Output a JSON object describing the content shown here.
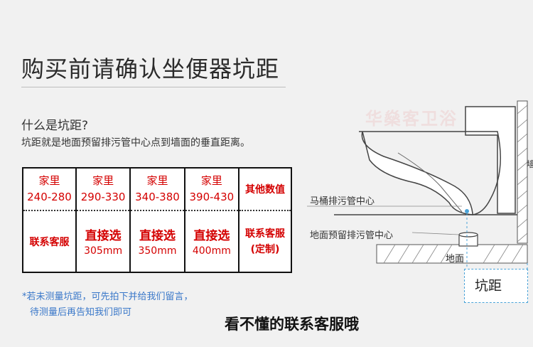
{
  "title": "购买前请确认坐便器坑距",
  "question": "什么是坑距?",
  "definition": "坑距就是地面预留排污管中心点到墙面的垂直距离。",
  "table": {
    "columns": [
      {
        "top": [
          "家里",
          "240-280"
        ],
        "bottom": [
          "联系客服"
        ]
      },
      {
        "top": [
          "家里",
          "290-330"
        ],
        "bottom": [
          "直接选",
          "305mm"
        ]
      },
      {
        "top": [
          "家里",
          "340-380"
        ],
        "bottom": [
          "直接选",
          "350mm"
        ]
      },
      {
        "top": [
          "家里",
          "390-430"
        ],
        "bottom": [
          "直接选",
          "400mm"
        ]
      },
      {
        "top": [
          "其他数值"
        ],
        "bottom": [
          "联系客服",
          "(定制)"
        ]
      }
    ]
  },
  "note_line1": "*若未测量坑距，可先拍下并给我们留言，",
  "note_line2": "待测量后再告知我们即可",
  "cta": "看不懂的联系客服哦",
  "diagram": {
    "watermark": "华燊客卫浴",
    "label_toilet_drain": "马桶排污管中心",
    "label_floor_drain": "地面预留排污管中心",
    "label_ground": "地面",
    "label_pit": "坑距",
    "wall_label": "墙"
  },
  "colors": {
    "accent_red": "#d40000",
    "note_blue": "#3a78c9",
    "guide_blue": "#4aa3d8"
  }
}
